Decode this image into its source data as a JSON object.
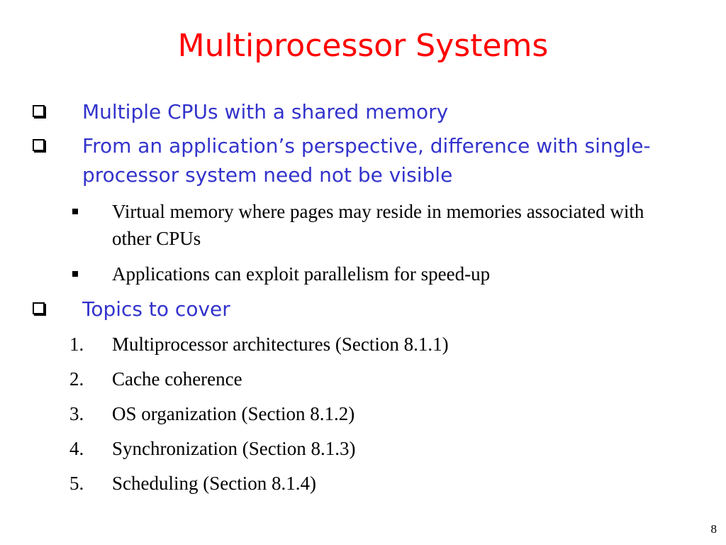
{
  "slide": {
    "title": "Multiprocessor Systems",
    "bullets": [
      {
        "text": "Multiple CPUs with a shared memory"
      },
      {
        "text": "From an application’s perspective, difference with single-processor system need not be visible"
      }
    ],
    "sub_bullets": [
      {
        "text": "Virtual memory where pages may reside in memories associated with other CPUs"
      },
      {
        "text": "Applications can exploit parallelism for speed-up"
      }
    ],
    "topics_heading": "Topics to cover",
    "topics": [
      {
        "number": "1.",
        "text": "Multiprocessor architectures (Section 8.1.1)"
      },
      {
        "number": "2.",
        "text": "Cache coherence"
      },
      {
        "number": "3.",
        "text": "OS organization (Section 8.1.2)"
      },
      {
        "number": "4.",
        "text": "Synchronization (Section 8.1.3)"
      },
      {
        "number": "5.",
        "text": "Scheduling (Section 8.1.4)"
      }
    ],
    "page_number": "8"
  },
  "colors": {
    "title": "#ff0000",
    "bullet_text": "#3333cc",
    "body_text": "#000000",
    "background": "#ffffff"
  }
}
